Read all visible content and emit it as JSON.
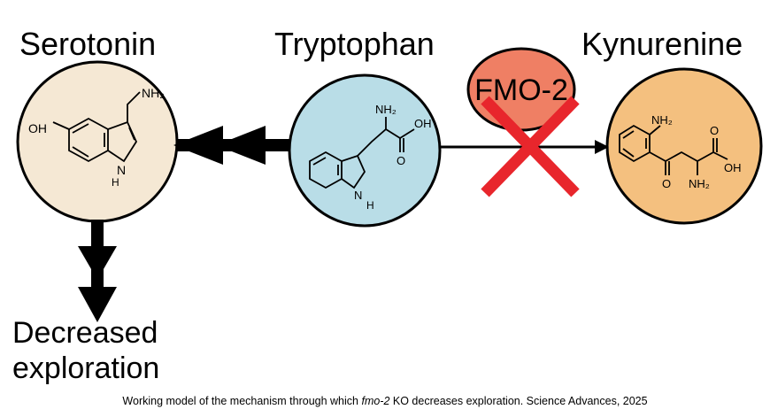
{
  "molecules": {
    "serotonin": {
      "name": "Serotonin",
      "atoms": {
        "nh2": "NH₂",
        "oh": "OH",
        "nh": "H",
        "n": "N"
      },
      "fill": "#f5e8d4"
    },
    "tryptophan": {
      "name": "Tryptophan",
      "atoms": {
        "nh2": "NH₂",
        "oh": "OH",
        "o": "O",
        "nh": "H",
        "n": "N"
      },
      "fill": "#b9dde7"
    },
    "kynurenine": {
      "name": "Kynurenine",
      "atoms": {
        "nh2_top": "NH₂",
        "oh": "OH",
        "o_acid": "O",
        "o_keto": "O",
        "nh2_bottom": "NH₂"
      },
      "fill": "#f4c07f"
    }
  },
  "enzyme": {
    "label": "FMO-2",
    "fill": "#ef7f64",
    "blocked": true,
    "cross_color": "#e8262c"
  },
  "outcome": {
    "line1": "Decreased",
    "line2": "exploration"
  },
  "caption": {
    "prefix": "Working model of the mechanism through which ",
    "gene": "fmo-2",
    "suffix": " KO decreases exploration. Science Advances, 2025"
  }
}
